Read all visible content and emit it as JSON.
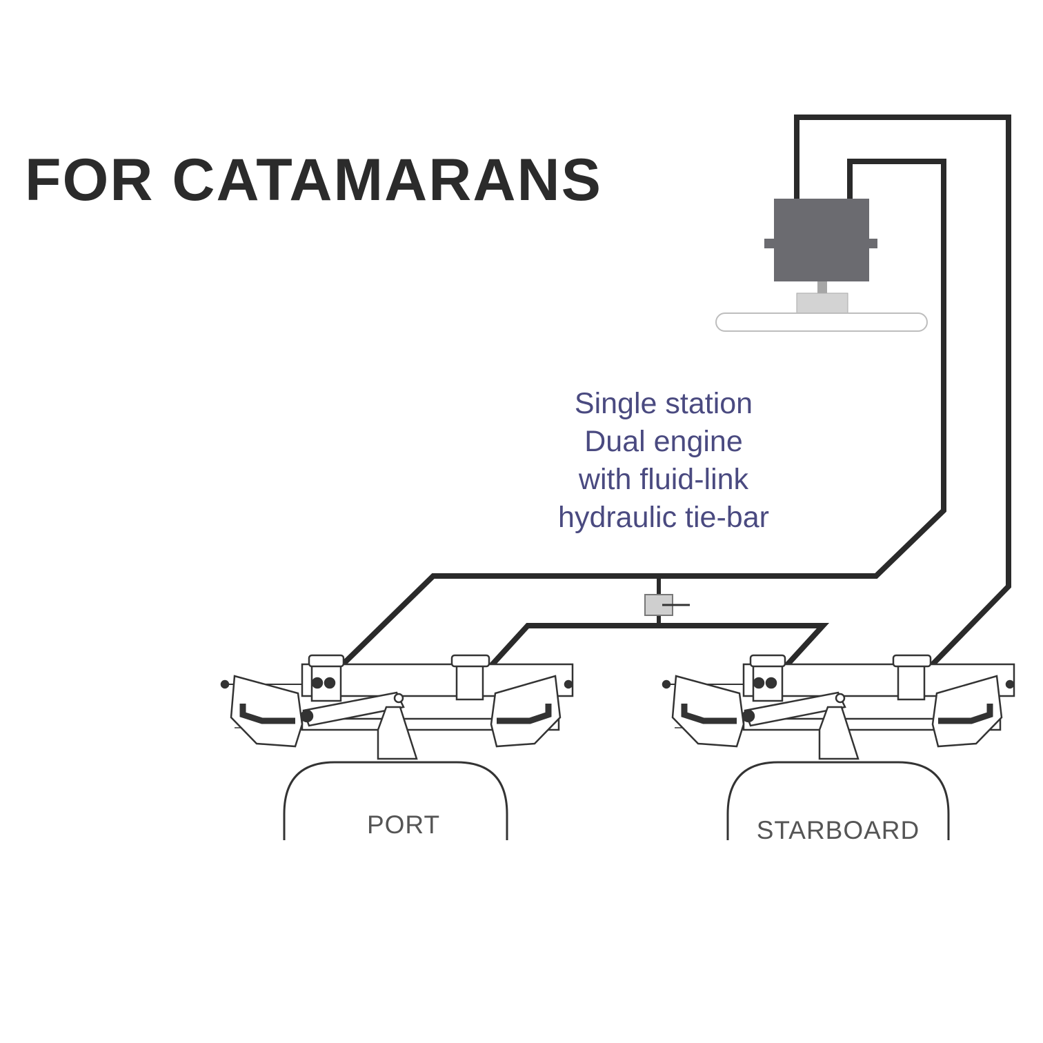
{
  "title": "FOR CATAMARANS",
  "caption": {
    "line1": "Single station",
    "line2": "Dual engine",
    "line3": "with fluid-link",
    "line4": "hydraulic tie-bar"
  },
  "hulls": {
    "port_label": "PORT",
    "starboard_label": "STARBOARD"
  },
  "colors": {
    "title": "#2b2b2b",
    "caption": "#4a4a80",
    "hose": "#2a2a2a",
    "helm_body": "#6b6b70",
    "hull_label": "#555555"
  }
}
